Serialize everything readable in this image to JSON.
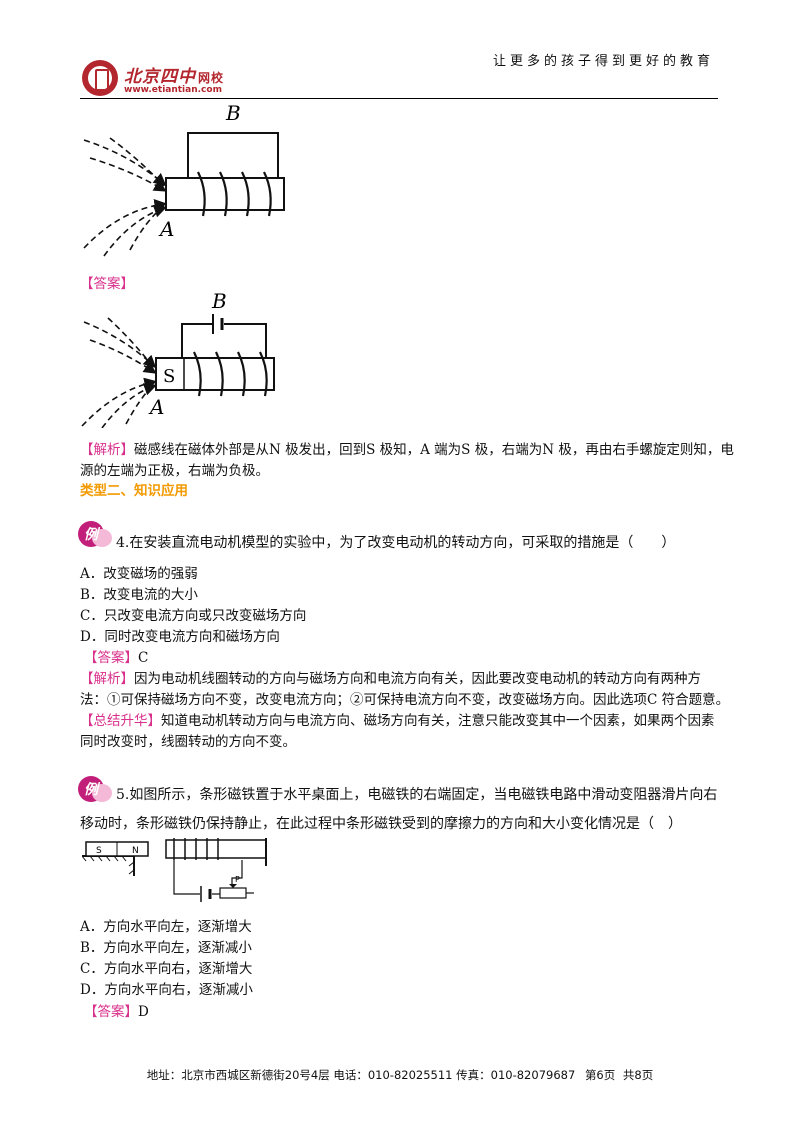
{
  "header": {
    "logo_name": "北京四中",
    "logo_suffix": "网校",
    "logo_url": "www.etiantian.com",
    "slogan": "让更多的孩子得到更好的教育"
  },
  "fig1": {
    "label_b": "B",
    "label_a": "A"
  },
  "answer1_tag": "【答案】",
  "fig2": {
    "label_b": "B",
    "label_a": "A",
    "label_s": "S"
  },
  "analysis1": {
    "tag": "【解析】",
    "line1": "磁感线在磁体外部是从N 极发出，回到S 极知，A 端为S 极，右端为N 极，再由右手螺旋定则知，电",
    "line2": "源的左端为正极，右端为负极。"
  },
  "type_heading": "类型二、知识应用",
  "q4": {
    "badge": "例",
    "stem": "4.在安装直流电动机模型的实验中，为了改变电动机的转动方向，可采取的措施是（　　）",
    "options": [
      "A．改变磁场的强弱",
      "B．改变电流的大小",
      "C．只改变电流方向或只改变磁场方向",
      "D．同时改变电流方向和磁场方向"
    ],
    "answer_tag": "【答案】",
    "answer": "C",
    "analysis_tag": "【解析】",
    "analysis_line1": "因为电动机线圈转动的方向与磁场方向和电流方向有关，因此要改变电动机的转动方向有两种方",
    "analysis_line2": "法：①可保持磁场方向不变，改变电流方向；②可保持电流方向不变，改变磁场方向。因此选项C 符合题意。",
    "summary_tag": "【总结升华】",
    "summary_line1": "知道电动机转动方向与电流方向、磁场方向有关，注意只能改变其中一个因素，如果两个因素",
    "summary_line2": "同时改变时，线圈转动的方向不变。"
  },
  "q5": {
    "badge": "例",
    "stem_line1": "5.如图所示，条形磁铁置于水平桌面上，电磁铁的右端固定，当电磁铁电路中滑动变阻器滑片向右",
    "stem_line2": "移动时，条形磁铁仍保持静止，在此过程中条形磁铁受到的摩擦力的方向和大小变化情况是（　）",
    "fig_s": "S",
    "fig_n": "N",
    "fig_p": "P",
    "options": [
      "A．方向水平向左，逐渐增大",
      "B．方向水平向左，逐渐减小",
      "C．方向水平向右，逐渐增大",
      "D．方向水平向右，逐渐减小"
    ],
    "answer_tag": "【答案】",
    "answer": "D"
  },
  "footer": {
    "text": "地址：北京市西城区新德街20号4层 电话：010-82025511 传真：010-82079687",
    "page": "第6页",
    "total": "共8页"
  },
  "colors": {
    "tag": "#d9308c",
    "type_heading": "#f29a00",
    "logo": "#b3262e",
    "badge": "#c21f7a"
  }
}
